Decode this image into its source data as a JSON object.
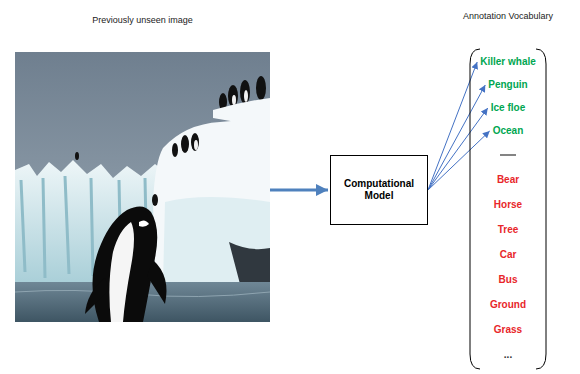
{
  "diagram": {
    "nodes": [
      {
        "text": [
          "Previously unseen image"
        ]
      },
      {
        "text": [
          "Computational Model"
        ]
      },
      {
        "text": [
          "Annotation Vocabulary"
        ]
      },
      {
        "text": [
          "Killer whale"
        ],
        "in": 2
      },
      {
        "text": [
          "Penguin"
        ],
        "in": 2
      },
      {
        "text": [
          "Ice floe"
        ],
        "in": 2
      },
      {
        "text": [
          "Ocean"
        ],
        "in": 2
      },
      {
        "text": [
          "Bear"
        ],
        "in": 2
      },
      {
        "text": [
          "Horse"
        ],
        "in": 2
      },
      {
        "text": [
          "Tree"
        ],
        "in": 2
      },
      {
        "text": [
          "Car"
        ],
        "in": 2
      },
      {
        "text": [
          "Bus"
        ],
        "in": 2
      },
      {
        "text": [
          "Ground"
        ],
        "in": 2
      },
      {
        "text": [
          "Grass"
        ],
        "in": 2
      },
      {
        "text": [
          "..."
        ],
        "in": 2
      }
    ],
    "edges": [
      {
        "from": 0,
        "to": 1,
        "arrow": "to"
      },
      {
        "from": 1,
        "to": 3,
        "arrow": "to"
      },
      {
        "from": 1,
        "to": 4,
        "arrow": "to"
      },
      {
        "from": 1,
        "to": 5,
        "arrow": "to"
      },
      {
        "from": 1,
        "to": 6,
        "arrow": "to"
      }
    ]
  }
}
